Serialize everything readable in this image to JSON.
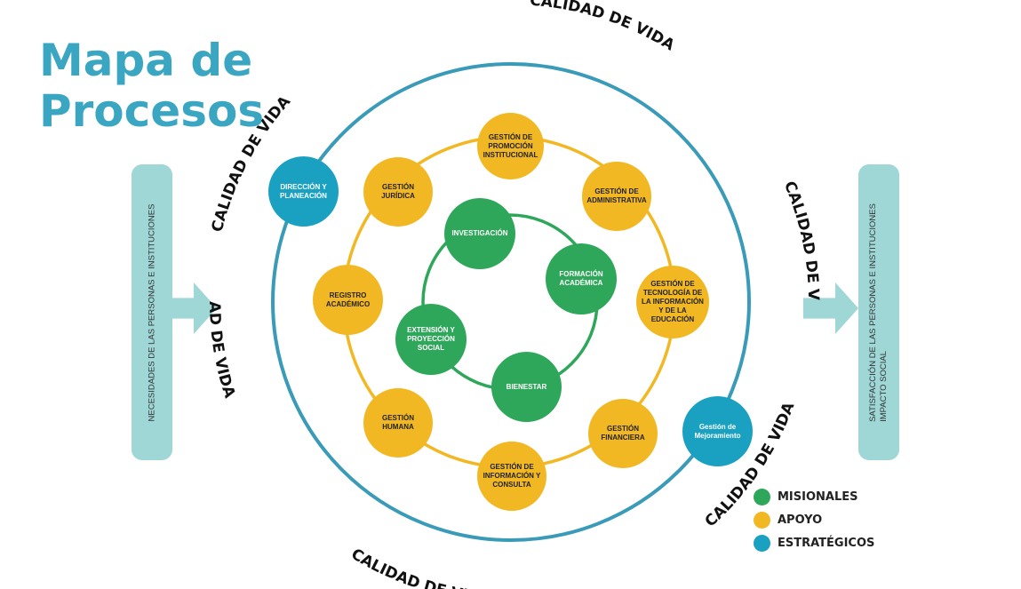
{
  "title": {
    "line1": "Mapa de",
    "line2": "Procesos"
  },
  "inputs_label": "NECESIDADES DE LAS PERSONAS E INSTITUCIONES",
  "outputs_label": [
    "SATISFACCIÓN DE LAS PERSONAS E INSTITUCIONES",
    "IMPACTO SOCIAL"
  ],
  "ring_label": "CALIDAD DE VIDA",
  "colors": {
    "misionales": "#2ea75a",
    "apoyo": "#f2b823",
    "estrategicos": "#1aa1c2",
    "outer_ring": "#3a9bb8",
    "sidebar": "#9fd6d6"
  },
  "processes": {
    "estrategicos": [
      "DIRECCIÓN Y PLANEACIÓN",
      "Gestión de Mejoramiento"
    ],
    "apoyo": [
      "GESTIÓN DE PROMOCIÓN INSTITUCIONAL",
      "GESTIÓN DE ADMINISTRATIVA",
      "GESTIÓN DE TECNOLOGÍA DE LA INFORMACIÓN Y DE LA EDUCACIÓN",
      "GESTIÓN FINANCIERA",
      "GESTIÓN DE INFORMACIÓN Y CONSULTA",
      "GESTIÓN HUMANA",
      "REGISTRO ACADÉMICO",
      "GESTIÓN JURÍDICA"
    ],
    "misionales": [
      "INVESTIGACIÓN",
      "FORMACIÓN ACADÉMICA",
      "BIENESTAR",
      "EXTENSIÓN Y PROYECCIÓN SOCIAL"
    ]
  },
  "legend": [
    {
      "label": "MISIONALES",
      "color": "#2ea75a"
    },
    {
      "label": "APOYO",
      "color": "#f2b823"
    },
    {
      "label": "ESTRATÉGICOS",
      "color": "#1aa1c2"
    }
  ]
}
